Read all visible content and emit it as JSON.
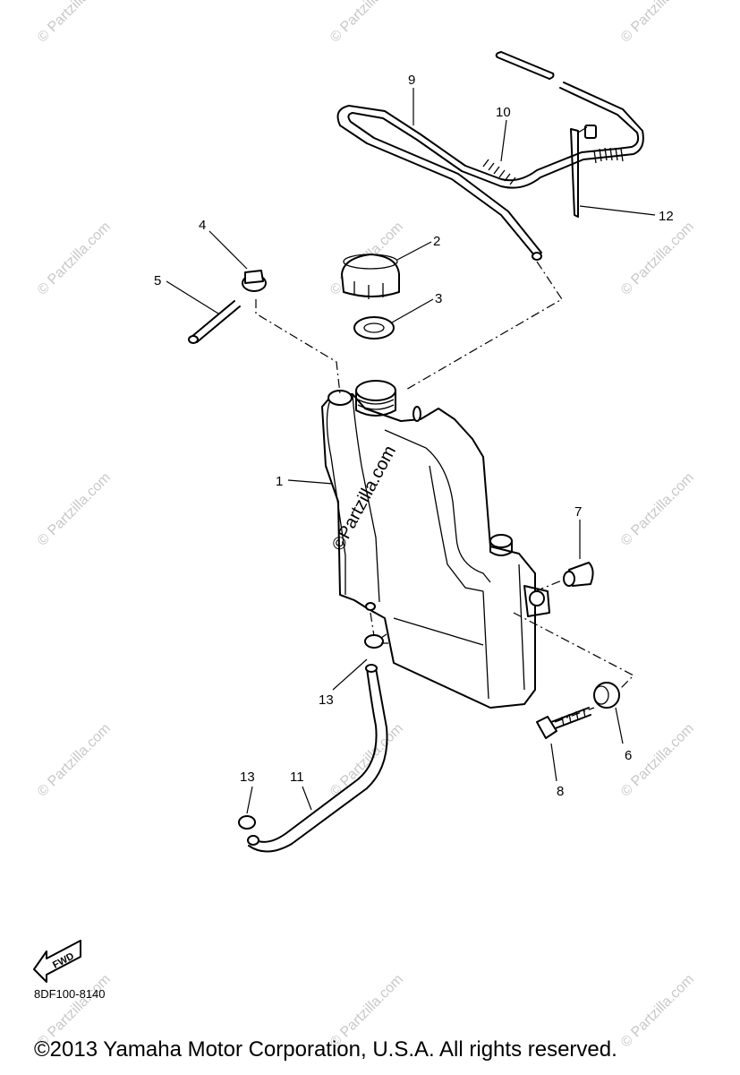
{
  "watermark": "© Partzilla.com",
  "watermark_center": "©Partzilla.com",
  "callouts": {
    "p1": "1",
    "p2": "2",
    "p3": "3",
    "p4": "4",
    "p5": "5",
    "p6": "6",
    "p7": "7",
    "p8": "8",
    "p9": "9",
    "p10": "10",
    "p11": "11",
    "p12": "12",
    "p13a": "13",
    "p13b": "13"
  },
  "fwd_label": "FWD",
  "ref_code": "8DF100-8140",
  "copyright": "©2013 Yamaha Motor Corporation, U.S.A. All rights reserved."
}
